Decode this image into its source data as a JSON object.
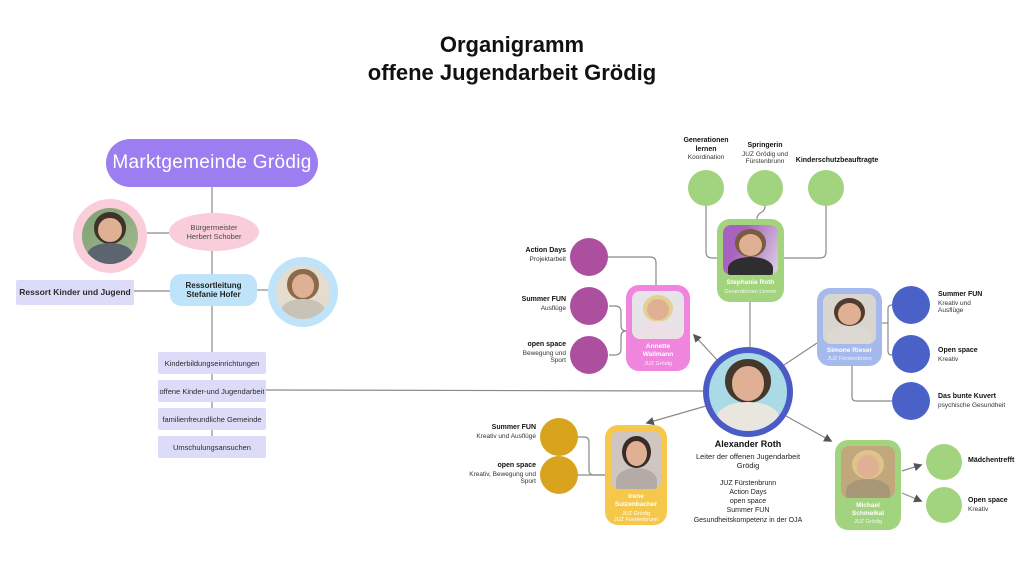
{
  "title": {
    "line1": "Organigramm",
    "line2": "offene Jugendarbeit Grödig"
  },
  "left_org": {
    "municipality": "Marktgemeinde Grödig",
    "mayor_role": "Bürgermeister",
    "mayor_name": "Herbert Schober",
    "ressort": "Ressort Kinder und Jugend",
    "department_head_role": "Ressortleitung",
    "department_head_name": "Stefanie Hofer",
    "areas": [
      "Kinderbildungseinrichtungen",
      "offene Kinder-und Jugendarbeit",
      "familienfreundliche Gemeinde",
      "Umschulungsansuchen"
    ]
  },
  "leader": {
    "name": "Alexander Roth",
    "role": "Leiter der offenen Jugendarbeit Grödig",
    "duties": [
      "JUZ Fürstenbrunn",
      "Action Days",
      "open space",
      "Summer FUN",
      "Gesundheitskompetenz in der OJA"
    ]
  },
  "staff": {
    "stephanie": {
      "name": "Stephanie Roth",
      "org": "Generationen Lernen"
    },
    "annette": {
      "first": "Annette",
      "last": "Wallmann",
      "org": "JUZ Grödig"
    },
    "simone": {
      "name": "Simone Rieser",
      "org": "JUZ Fürstenbrunn"
    },
    "irene": {
      "first": "Irene",
      "last": "Sulzenbacher",
      "org1": "JUZ Grödig",
      "org2": "JUZ Fürstenbrunn"
    },
    "michael": {
      "first": "Michael",
      "last": "Schmeikal",
      "org": "JUZ Grödig"
    }
  },
  "tasks": {
    "top": [
      {
        "title": "Generationen lernen",
        "sub": "Koordination"
      },
      {
        "title": "Springerin",
        "sub": "JUZ Grödig und Fürstenbrunn"
      },
      {
        "title": "Kinderschutzbeauftragte",
        "sub": ""
      }
    ],
    "annette": [
      {
        "title": "Action Days",
        "sub": "Projektarbeit"
      },
      {
        "title": "Summer FUN",
        "sub": "Ausflüge"
      },
      {
        "title": "open space",
        "sub": "Bewegung und Sport"
      }
    ],
    "simone": [
      {
        "title": "Summer FUN",
        "sub": "Kreativ und Ausflüge"
      },
      {
        "title": "Open space",
        "sub": "Kreativ"
      },
      {
        "title": "Das bunte Kuvert",
        "sub": "psychische Gesundheit"
      }
    ],
    "irene": [
      {
        "title": "Summer FUN",
        "sub": "Kreativ und Ausflüge"
      },
      {
        "title": "open space",
        "sub": "Kreativ, Bewegung und Sport"
      }
    ],
    "michael": [
      {
        "title": "Mädchentrefft",
        "sub": ""
      },
      {
        "title": "Open space",
        "sub": "Kreativ"
      }
    ]
  },
  "colors": {
    "municipality_box": "#9d7ef0",
    "mayor_pink": "#f9cdd9",
    "lavender": "#dcdcf9",
    "light_blue": "#bfe3f8",
    "stephanie_green": "#a2d37f",
    "annette_pink": "#ef85dd",
    "annette_circle_purple": "#ac4f9f",
    "simone_card": "#a6b9ec",
    "simone_circle_blue": "#4a62c8",
    "irene_gold": "#f5c84b",
    "irene_circle_gold": "#d9a41d",
    "leader_ring_blue": "#4a5ac6",
    "connector_gray": "#8a8a8a"
  }
}
